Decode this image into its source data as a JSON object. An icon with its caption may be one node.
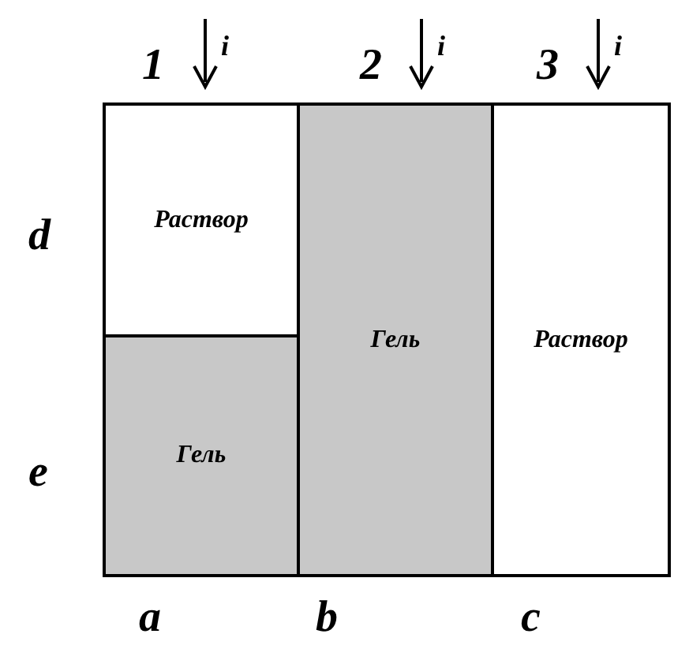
{
  "diagram": {
    "nodes": [
      {
        "text": [
          "Раствор"
        ]
      },
      {
        "text": [
          "Гель"
        ]
      },
      {
        "text": [
          "Раствор"
        ]
      },
      {
        "text": [
          "Гель"
        ]
      }
    ],
    "labels": [
      "1",
      "i",
      "2",
      "i",
      "3",
      "i",
      "d",
      "e",
      "a",
      "b",
      "c"
    ]
  }
}
